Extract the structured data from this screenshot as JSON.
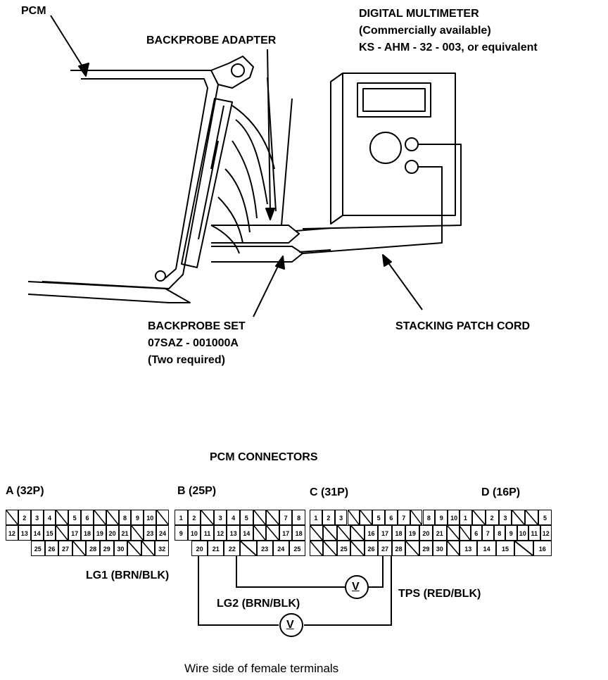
{
  "labels": {
    "pcm": "PCM",
    "backprobe_adapter": "BACKPROBE ADAPTER",
    "multimeter_line1": "DIGITAL MULTIMETER",
    "multimeter_line2": "(Commercially available)",
    "multimeter_line3": "KS - AHM - 32 - 003, or equivalent",
    "backprobe_set_line1": "BACKPROBE SET",
    "backprobe_set_line2": "07SAZ - 001000A",
    "backprobe_set_line3": "(Two required)",
    "stacking_patch_cord": "STACKING PATCH CORD",
    "pcm_connectors": "PCM CONNECTORS",
    "connector_a": "A (32P)",
    "connector_b": "B (25P)",
    "connector_c": "C (31P)",
    "connector_d": "D (16P)",
    "lg1": "LG1 (BRN/BLK)",
    "lg2": "LG2 (BRN/BLK)",
    "tps": "TPS (RED/BLK)",
    "voltmeter_symbol": "V",
    "footer": "Wire side of female terminals"
  },
  "connectors": {
    "A": {
      "row1": [
        "",
        "2",
        "3",
        "4",
        "",
        "5",
        "6",
        "",
        "",
        "8",
        "9",
        "10",
        ""
      ],
      "row2": [
        "12",
        "13",
        "14",
        "15",
        "",
        "17",
        "18",
        "19",
        "20",
        "21",
        "",
        "23",
        "24"
      ],
      "row3": [
        "25",
        "26",
        "27",
        "",
        "28",
        "29",
        "30",
        "",
        "",
        "32"
      ]
    },
    "B": {
      "row1": [
        "1",
        "2",
        "",
        "3",
        "4",
        "5",
        "",
        "",
        "7",
        "8"
      ],
      "row2": [
        "9",
        "10",
        "11",
        "12",
        "13",
        "14",
        "",
        "",
        "17",
        "18"
      ],
      "row3": [
        "20",
        "21",
        "22",
        "",
        "23",
        "24",
        "25"
      ]
    },
    "C": {
      "row1": [
        "1",
        "2",
        "3",
        "",
        "",
        "5",
        "6",
        "7",
        "",
        "8",
        "9",
        "10"
      ],
      "row2": [
        "",
        "",
        "",
        "",
        "16",
        "17",
        "18",
        "19",
        "20",
        "21",
        ""
      ],
      "row3": [
        "",
        "",
        "25",
        "",
        "26",
        "27",
        "28",
        "",
        "29",
        "30",
        ""
      ]
    },
    "D": {
      "row1": [
        "1",
        "",
        "2",
        "3",
        "",
        "",
        "5"
      ],
      "row2": [
        "",
        "6",
        "7",
        "8",
        "9",
        "10",
        "11",
        "12"
      ],
      "row3": [
        "13",
        "14",
        "15",
        "",
        "16"
      ]
    }
  }
}
